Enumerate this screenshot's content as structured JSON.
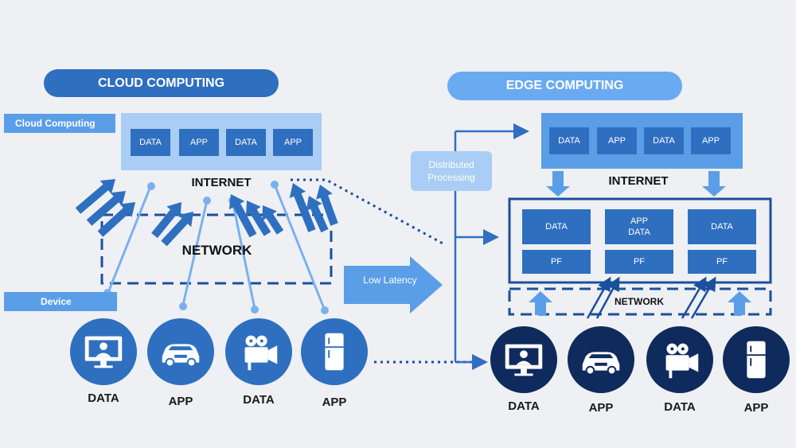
{
  "cloud": {
    "title": "CLOUD COMPUTING",
    "side_tag": "Cloud Computing",
    "device_tag": "Device",
    "blocks": [
      "DATA",
      "APP",
      "DATA",
      "APP"
    ],
    "internet": "INTERNET",
    "network": "NETWORK",
    "devices": [
      {
        "icon": "monitor-icon",
        "label": "DATA"
      },
      {
        "icon": "car-icon",
        "label": "APP"
      },
      {
        "icon": "video-camera-icon",
        "label": "DATA"
      },
      {
        "icon": "refrigerator-icon",
        "label": "APP"
      }
    ]
  },
  "middle": {
    "distributed": "Distributed Processing",
    "latency": "Low Latency"
  },
  "edge": {
    "title": "EDGE COMPUTING",
    "blocks": [
      "DATA",
      "APP",
      "DATA",
      "APP"
    ],
    "internet": "INTERNET",
    "nodes": [
      {
        "top": "DATA",
        "bottom": "PF"
      },
      {
        "top": "APP DATA",
        "bottom": "PF"
      },
      {
        "top": "DATA",
        "bottom": "PF"
      }
    ],
    "network": "NETWORK",
    "devices": [
      {
        "icon": "monitor-icon",
        "label": "DATA"
      },
      {
        "icon": "car-icon",
        "label": "APP"
      },
      {
        "icon": "video-camera-icon",
        "label": "DATA"
      },
      {
        "icon": "refrigerator-icon",
        "label": "APP"
      }
    ]
  },
  "colors": {
    "light_blue": "#5b9ee8",
    "mid_blue": "#2f6fc0",
    "dark_navy": "#0f2a5c",
    "pale_blue": "#a9cdf5"
  }
}
